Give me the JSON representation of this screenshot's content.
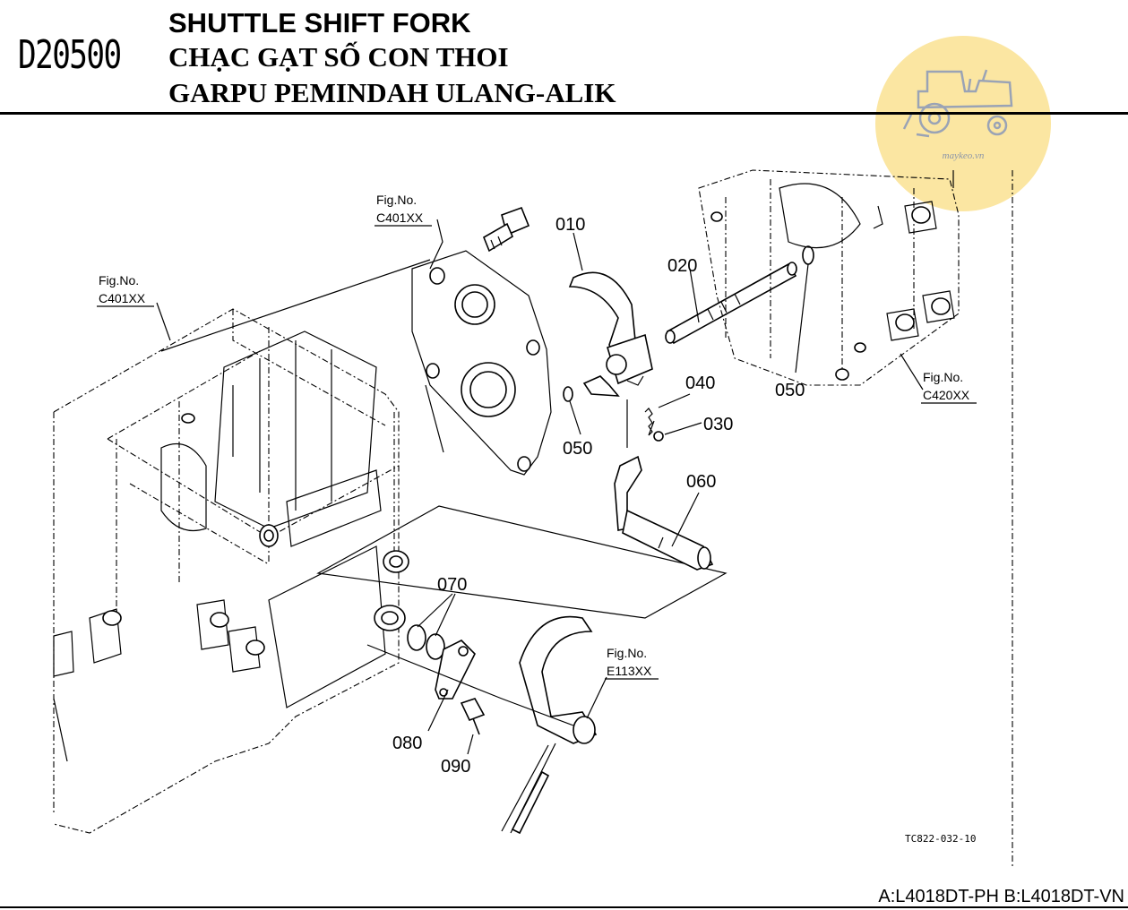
{
  "header": {
    "code": "D20500",
    "title_en": "SHUTTLE SHIFT FORK",
    "title_vi": "CHẠC GẠT SỐ CON THOI",
    "title_id": "GARPU PEMINDAH ULANG-ALIK"
  },
  "watermark": {
    "text": "maykeo.vn",
    "color": "#fbe6a2"
  },
  "figure_refs": {
    "ref1": {
      "l1": "Fig.No.",
      "l2": "C401XX"
    },
    "ref2": {
      "l1": "Fig.No.",
      "l2": "C401XX"
    },
    "ref3": {
      "l1": "Fig.No.",
      "l2": "C420XX"
    },
    "ref4": {
      "l1": "Fig.No.",
      "l2": "E113XX"
    }
  },
  "parts": {
    "p010": "010",
    "p020": "020",
    "p030": "030",
    "p040": "040",
    "p050a": "050",
    "p050b": "050",
    "p060": "060",
    "p070": "070",
    "p080": "080",
    "p090": "090"
  },
  "drawing_ref": "TC822-032-10",
  "footer": "A:L4018DT-PH B:L4018DT-VN"
}
